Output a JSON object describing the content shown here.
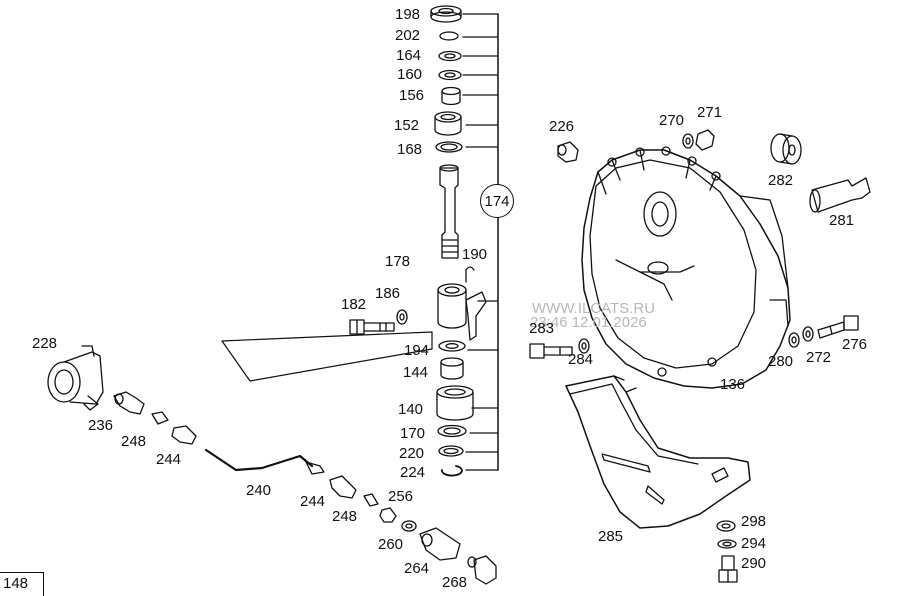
{
  "page_number": "148",
  "watermark": {
    "site": "WWW.ILCATS.RU",
    "stamp": "23:46 12.01.2026"
  },
  "callouts": [
    {
      "id": "198",
      "label": "198"
    },
    {
      "id": "202",
      "label": "202"
    },
    {
      "id": "164",
      "label": "164"
    },
    {
      "id": "160",
      "label": "160"
    },
    {
      "id": "156",
      "label": "156"
    },
    {
      "id": "152",
      "label": "152"
    },
    {
      "id": "168",
      "label": "168"
    },
    {
      "id": "174",
      "label": "174"
    },
    {
      "id": "190",
      "label": "190"
    },
    {
      "id": "178",
      "label": "178"
    },
    {
      "id": "186",
      "label": "186"
    },
    {
      "id": "182",
      "label": "182"
    },
    {
      "id": "228",
      "label": "228"
    },
    {
      "id": "194",
      "label": "194"
    },
    {
      "id": "144",
      "label": "144"
    },
    {
      "id": "140",
      "label": "140"
    },
    {
      "id": "170",
      "label": "170"
    },
    {
      "id": "220",
      "label": "220"
    },
    {
      "id": "224",
      "label": "224"
    },
    {
      "id": "236",
      "label": "236"
    },
    {
      "id": "248a",
      "label": "248"
    },
    {
      "id": "244a",
      "label": "244"
    },
    {
      "id": "240",
      "label": "240"
    },
    {
      "id": "244b",
      "label": "244"
    },
    {
      "id": "248b",
      "label": "248"
    },
    {
      "id": "256",
      "label": "256"
    },
    {
      "id": "260",
      "label": "260"
    },
    {
      "id": "264",
      "label": "264"
    },
    {
      "id": "268",
      "label": "268"
    },
    {
      "id": "226",
      "label": "226"
    },
    {
      "id": "270",
      "label": "270"
    },
    {
      "id": "271",
      "label": "271"
    },
    {
      "id": "282",
      "label": "282"
    },
    {
      "id": "281",
      "label": "281"
    },
    {
      "id": "283",
      "label": "283"
    },
    {
      "id": "284",
      "label": "284"
    },
    {
      "id": "280",
      "label": "280"
    },
    {
      "id": "272",
      "label": "272"
    },
    {
      "id": "276",
      "label": "276"
    },
    {
      "id": "136",
      "label": "136"
    },
    {
      "id": "285",
      "label": "285"
    },
    {
      "id": "298",
      "label": "298"
    },
    {
      "id": "294",
      "label": "294"
    },
    {
      "id": "290",
      "label": "290"
    }
  ]
}
